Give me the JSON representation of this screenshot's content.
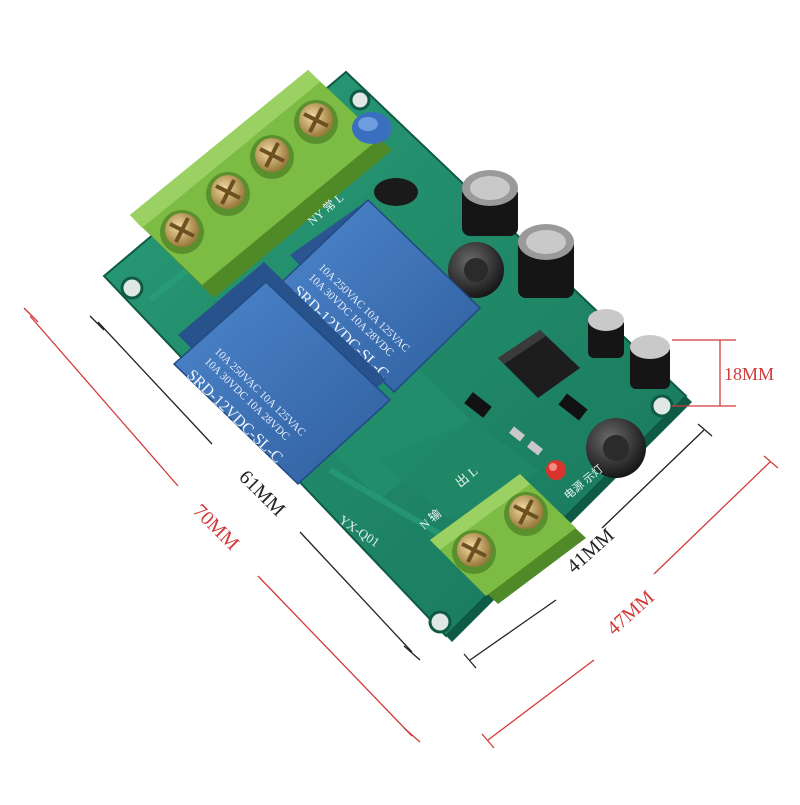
{
  "dimensions": {
    "width_61": "61MM",
    "length_70": "70MM",
    "depth_41": "41MM",
    "depth_47": "47MM",
    "height_18": "18MM"
  },
  "board": {
    "model": "YX-Q01",
    "relay_upper": {
      "rating_line_1": "10A 250VAC  10A 125VAC",
      "rating_line_2": "10A  30VDC 10A  28VDC",
      "part_number": "SRD-12VDC-SL-C"
    },
    "relay_lower": {
      "rating_line_1": "10A 250VAC  10A 125VAC",
      "rating_line_2": "10A  30VDC 10A  28VDC",
      "part_number": "SRD-12VDC-SL-C"
    },
    "silk_labels": {
      "top_left": "NY 常 L",
      "output": "出 L",
      "input_n": "N 输",
      "power_lamp": "电源 示灯"
    }
  },
  "colors": {
    "pcb": "#1f8a6a",
    "pcb_edge": "#16664f",
    "terminal": "#6fae3a",
    "relay": "#3f72b8",
    "dimension_red": "#d23a3a",
    "dimension_black": "#222222"
  }
}
